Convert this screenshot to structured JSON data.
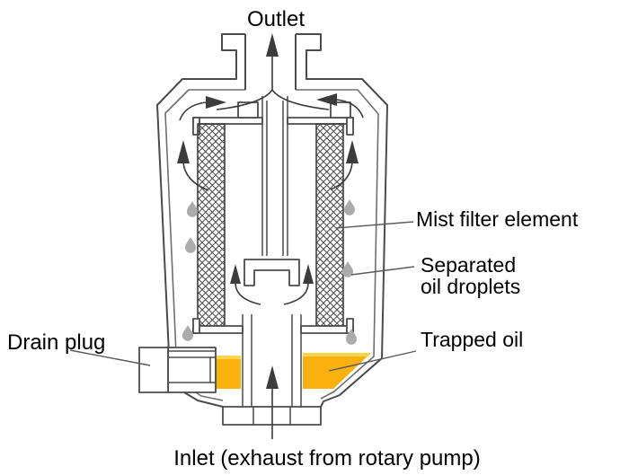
{
  "labels": {
    "outlet": "Outlet",
    "inlet": "Inlet (exhaust from rotary pump)",
    "drain_plug": "Drain plug",
    "mist_filter_element": "Mist filter element",
    "separated_line1": "Separated",
    "separated_line2": "oil droplets",
    "trapped_oil": "Trapped oil"
  },
  "colors": {
    "oil": "#F9B20D",
    "oil_light": "#FFD34F",
    "droplet": "#ABABAB",
    "line": "#4B4B4B",
    "text": "#000000",
    "background": "#FFFFFF"
  }
}
